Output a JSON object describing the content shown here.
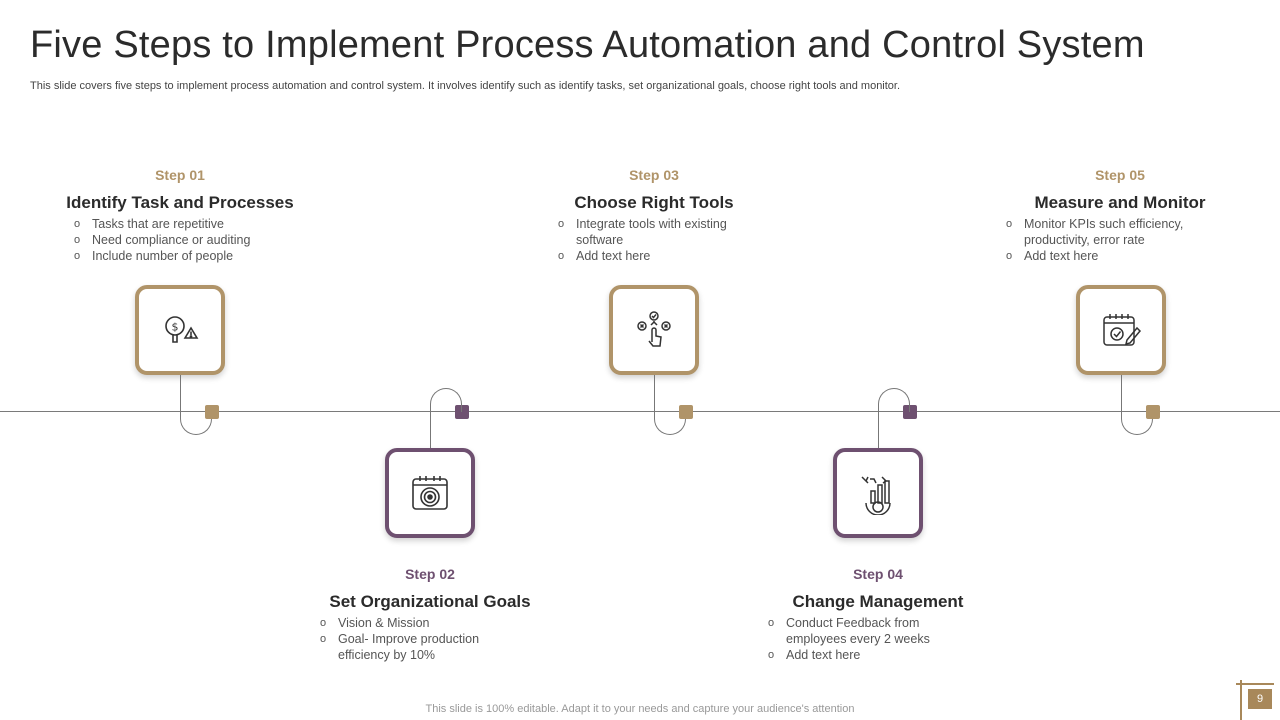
{
  "header": {
    "title": "Five Steps to Implement Process Automation and Control System",
    "subtitle": "This slide covers five steps to implement process automation and control system. It involves identify such as identify tasks, set organizational goals, choose right tools and monitor."
  },
  "colors": {
    "gold": "#b09469",
    "purple": "#6e5070",
    "line": "#777777"
  },
  "steps": [
    {
      "label": "Step 01",
      "title": "Identify Task and Processes",
      "icon": "dollar-search-alert-icon",
      "bullets": [
        "Tasks that are repetitive",
        "Need compliance or auditing",
        "Include number of people"
      ]
    },
    {
      "label": "Step 02",
      "title": "Set Organizational Goals",
      "icon": "target-calendar-icon",
      "bullets": [
        "Vision & Mission",
        "Goal- Improve  production efficiency by 10%"
      ]
    },
    {
      "label": "Step 03",
      "title": "Choose Right Tools",
      "icon": "hand-choice-icon",
      "bullets": [
        "Integrate tools with existing software",
        "Add text here"
      ]
    },
    {
      "label": "Step 04",
      "title": "Change Management",
      "icon": "gear-chart-icon",
      "bullets": [
        "Conduct Feedback from employees every 2 weeks",
        "Add text here"
      ]
    },
    {
      "label": "Step 05",
      "title": "Measure and Monitor",
      "icon": "calendar-check-icon",
      "bullets": [
        "Monitor KPIs such efficiency, productivity,  error rate",
        "Add text here"
      ]
    }
  ],
  "footer": {
    "text": "This slide is 100% editable. Adapt it to your needs and capture your audience's attention",
    "page_number": "9"
  }
}
